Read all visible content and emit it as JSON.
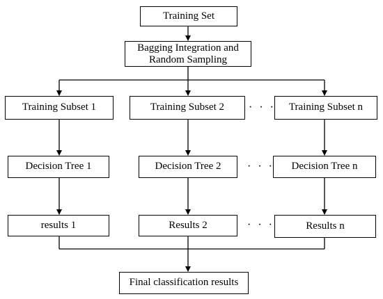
{
  "nodes": {
    "training_set": "Training Set",
    "bagging_line1": "Bagging Integration and",
    "bagging_line2": "Random Sampling",
    "subset_1": "Training Subset 1",
    "subset_2": "Training Subset 2",
    "subset_n": "Training Subset n",
    "tree_1": "Decision Tree 1",
    "tree_2": "Decision Tree 2",
    "tree_n": "Decision Tree n",
    "results_1": "results 1",
    "results_2": "Results 2",
    "results_n": "Results n",
    "final": "Final classification results"
  },
  "ellipsis": "· · ·",
  "colors": {
    "line": "#000000",
    "box_border": "#000000",
    "background": "#ffffff"
  }
}
